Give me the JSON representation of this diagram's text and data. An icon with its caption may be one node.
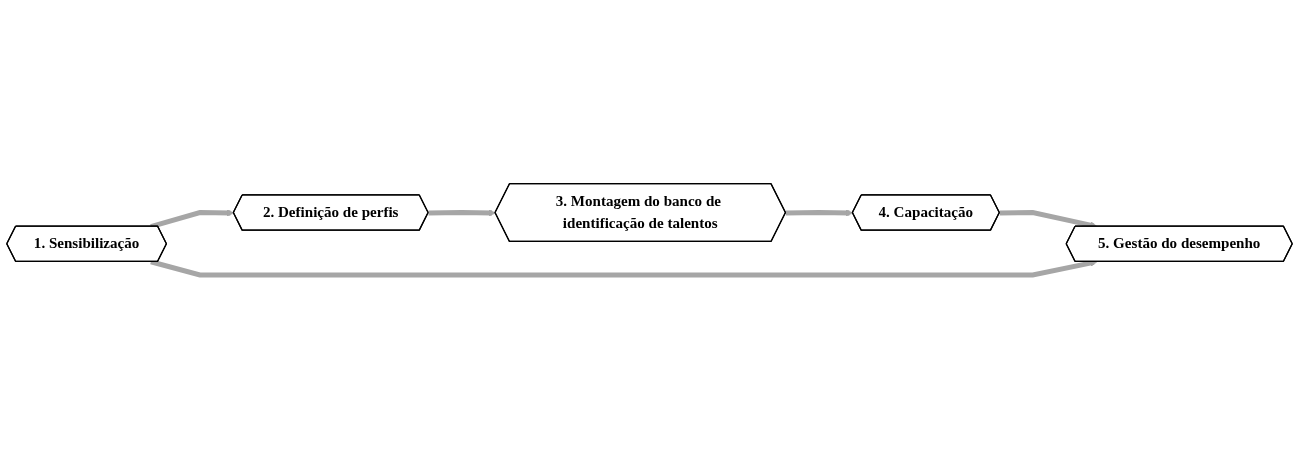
{
  "diagram": {
    "nodes": [
      {
        "text": [
          "1. Sensibilização"
        ]
      },
      {
        "text": [
          "2. Definição de perfis"
        ]
      },
      {
        "text": [
          "3. Montagem do banco de identificação de talentos"
        ]
      },
      {
        "text": [
          "4. Capacitação"
        ]
      },
      {
        "text": [
          "5. Gestão do desempenho"
        ]
      }
    ],
    "edges": [
      {
        "from": 0,
        "to": 1,
        "arrow": "to"
      },
      {
        "from": 1,
        "to": 2,
        "arrow": "to"
      },
      {
        "from": 2,
        "to": 3,
        "arrow": "to"
      },
      {
        "from": 3,
        "to": 4,
        "arrow": "to"
      },
      {
        "from": 0,
        "to": 4,
        "arrow": "to"
      }
    ]
  }
}
